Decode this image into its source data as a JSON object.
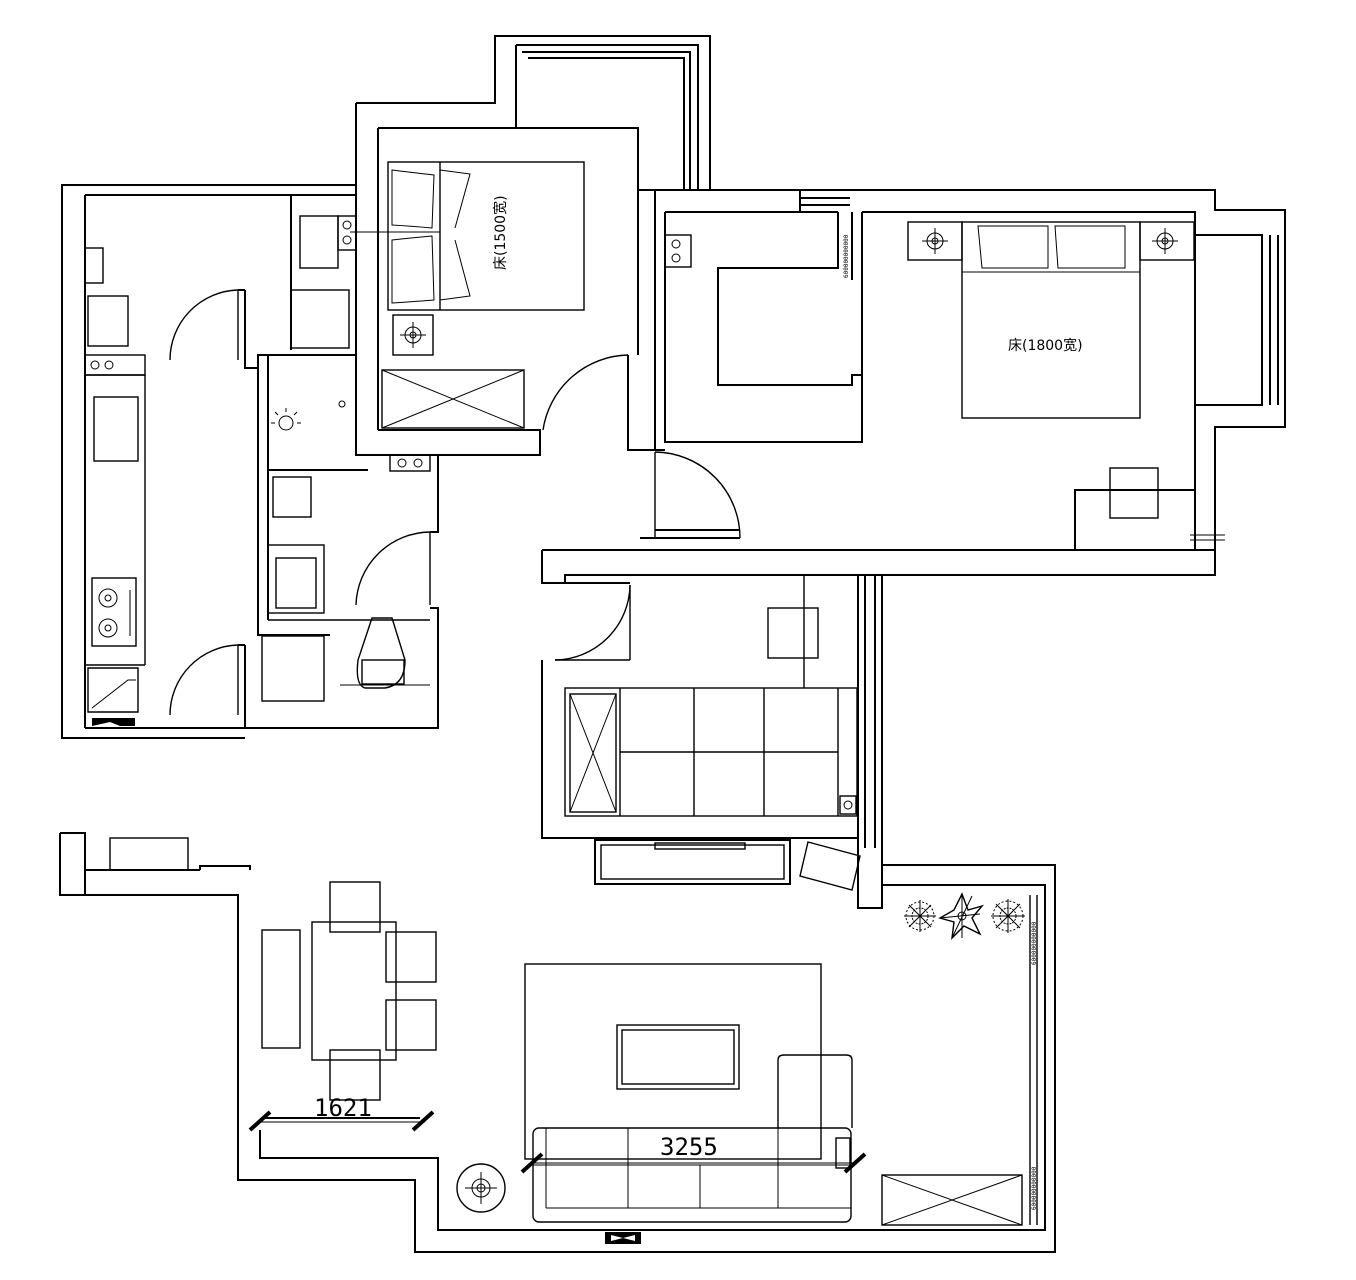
{
  "labels": {
    "bed_small": "床(1500宽)",
    "bed_master": "床(1800宽)"
  },
  "dimensions": {
    "dining": "1621",
    "living": "3255"
  },
  "stamp": "600000000000"
}
